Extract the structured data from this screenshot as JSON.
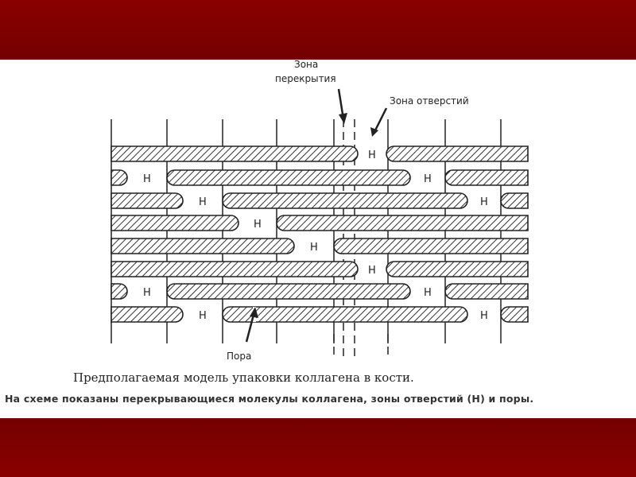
{
  "labels": {
    "overlap_zone": [
      "Зона",
      "перекрытия"
    ],
    "hole_zone": "Зона отверстий",
    "pore": "Пора",
    "hole_marker": "H"
  },
  "caption": {
    "title": "Предполагаемая модель упаковки коллагена в кости.",
    "description": "На схеме показаны перекрывающиеся молекулы коллагена, зоны отверстий (H) и поры."
  },
  "colors": {
    "band": "#7a0000",
    "ink": "#222222"
  }
}
